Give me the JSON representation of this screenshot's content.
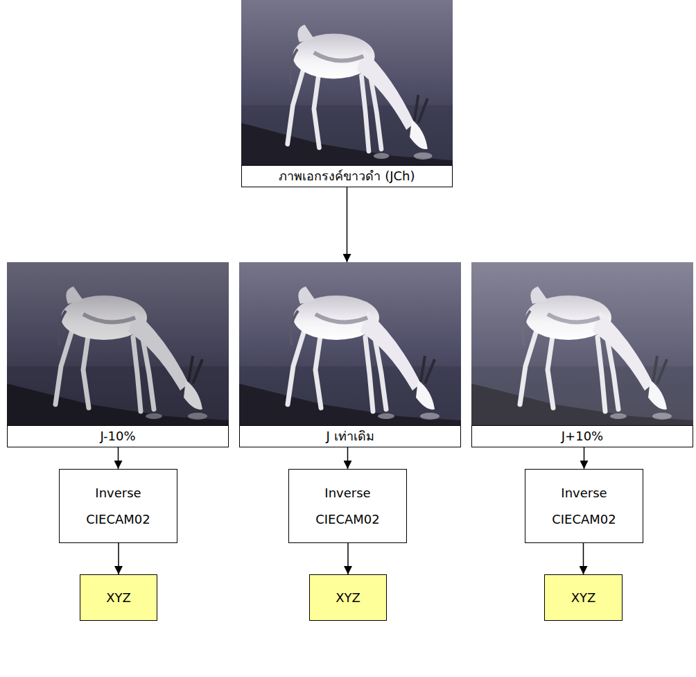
{
  "diagram": {
    "nodes": [
      {
        "text": [
          "ภาพเอกรงค์ขาวดำ (JCh)"
        ]
      },
      {
        "text": [
          "J-10%"
        ]
      },
      {
        "text": [
          "J เท่าเดิม"
        ]
      },
      {
        "text": [
          "J+10%"
        ]
      },
      {
        "text": [
          "Inverse CIECAM02"
        ]
      },
      {
        "text": [
          "Inverse CIECAM02"
        ]
      },
      {
        "text": [
          "Inverse CIECAM02"
        ]
      },
      {
        "text": [
          "XYZ"
        ]
      },
      {
        "text": [
          "XYZ"
        ]
      },
      {
        "text": [
          "XYZ"
        ]
      }
    ],
    "edges": [
      {
        "from": 0,
        "to": 2,
        "arrow": "to"
      },
      {
        "from": 1,
        "to": 4,
        "arrow": "to"
      },
      {
        "from": 2,
        "to": 5,
        "arrow": "to"
      },
      {
        "from": 3,
        "to": 6,
        "arrow": "to"
      },
      {
        "from": 4,
        "to": 7,
        "arrow": "to"
      },
      {
        "from": 5,
        "to": 8,
        "arrow": "to"
      },
      {
        "from": 6,
        "to": 9,
        "arrow": "to"
      }
    ]
  }
}
